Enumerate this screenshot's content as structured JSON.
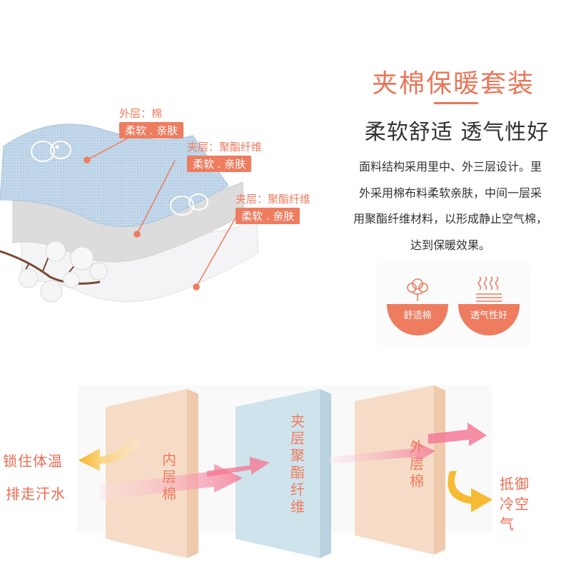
{
  "headline": {
    "title": "夹棉保暖套装",
    "subtitle": "柔软舒适 透气性好",
    "description_lines": [
      "面料结构采用里中、外三层设计。里",
      "外采用棉布料柔软亲肤，中间一层采",
      "用聚酯纤维材料，以形成静止空气棉，",
      "达到保暖效果。"
    ]
  },
  "features": [
    {
      "icon": "cotton-icon",
      "label": "舒适棉"
    },
    {
      "icon": "breathable-waves-icon",
      "label": "透气性好"
    }
  ],
  "layers": [
    {
      "label": "外层：棉",
      "tag": "柔软 . 亲肤"
    },
    {
      "label": "夹层：聚酯纤维",
      "tag": "柔软 . 亲肤"
    },
    {
      "label": "夹层：聚酯纤维",
      "tag": "柔软 . 亲肤"
    }
  ],
  "diagram": {
    "left_top": "锁住体温",
    "left_bottom": "排走汗水",
    "right": "抵御冷空气",
    "panels": [
      {
        "text": "内层棉",
        "color": "#f5d9c3",
        "text_color": "#ee7c5f"
      },
      {
        "text": "夹层聚酯纤维",
        "color": "#c9dfe8",
        "text_color": "#ee7c5f"
      },
      {
        "text": "外层棉",
        "color": "#f5d9c3",
        "text_color": "#ee7c5f"
      }
    ]
  },
  "colors": {
    "accent": "#ee7c5f",
    "text": "#333333",
    "blue_fabric": "#b9d2e6"
  }
}
